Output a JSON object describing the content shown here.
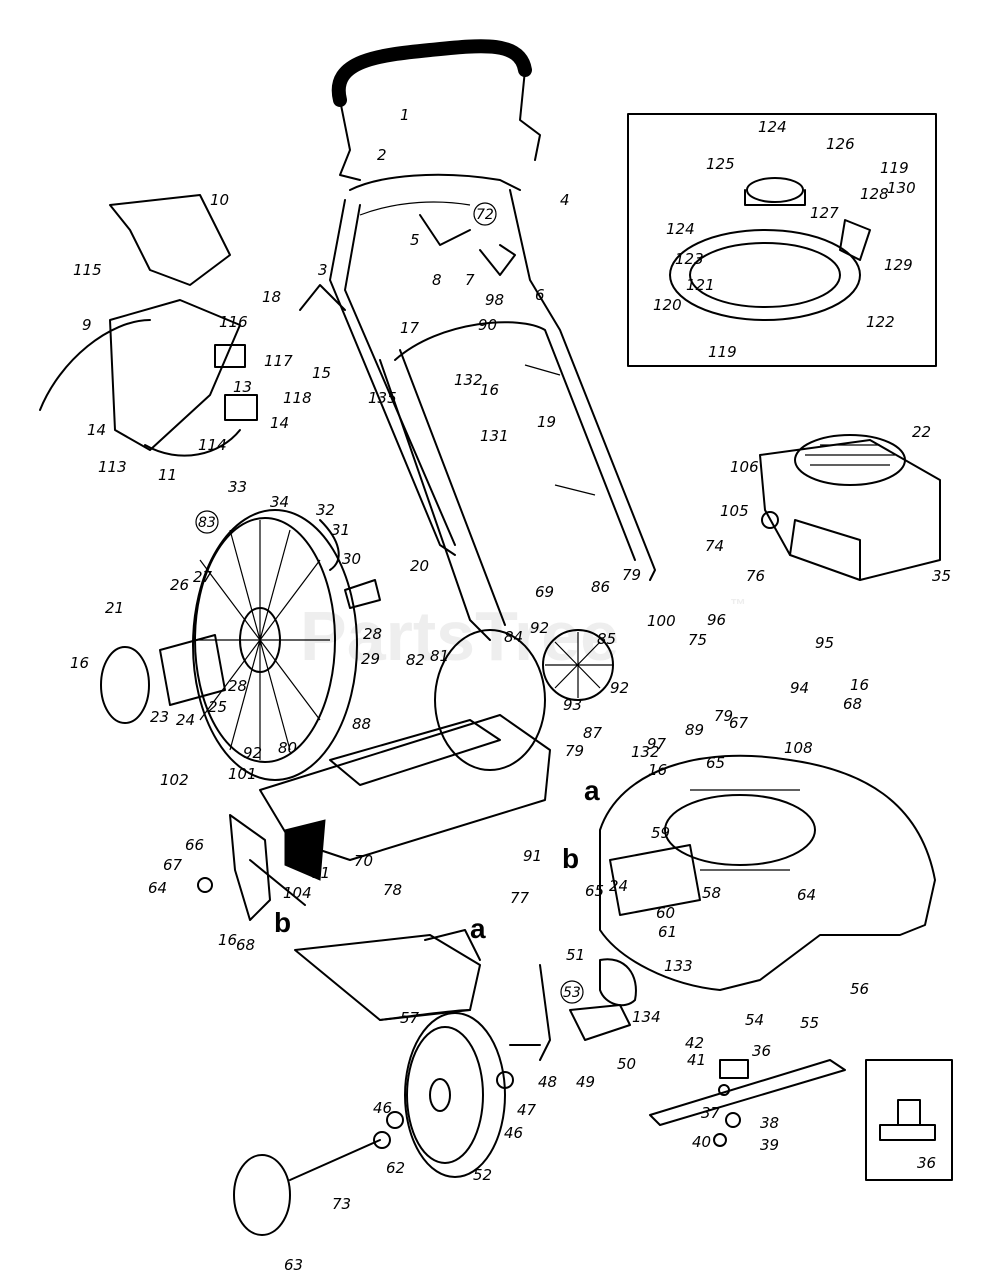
{
  "watermark": "PartsTree",
  "watermark_tm": "™",
  "section_letters": [
    "a",
    "b"
  ],
  "circled_refs": [
    "72",
    "83",
    "53"
  ],
  "part_numbers": [
    "1",
    "2",
    "3",
    "4",
    "5",
    "6",
    "7",
    "8",
    "9",
    "10",
    "11",
    "13",
    "14",
    "15",
    "16",
    "17",
    "18",
    "19",
    "20",
    "21",
    "22",
    "23",
    "24",
    "25",
    "26",
    "27",
    "28",
    "29",
    "30",
    "31",
    "32",
    "33",
    "34",
    "35",
    "36",
    "37",
    "38",
    "39",
    "40",
    "41",
    "42",
    "46",
    "47",
    "48",
    "49",
    "50",
    "51",
    "52",
    "54",
    "55",
    "56",
    "57",
    "58",
    "59",
    "60",
    "61",
    "62",
    "63",
    "64",
    "65",
    "66",
    "67",
    "68",
    "69",
    "70",
    "71",
    "73",
    "74",
    "75",
    "76",
    "77",
    "78",
    "79",
    "80",
    "81",
    "82",
    "84",
    "85",
    "86",
    "87",
    "88",
    "89",
    "90",
    "91",
    "92",
    "93",
    "94",
    "95",
    "96",
    "97",
    "98",
    "100",
    "101",
    "102",
    "104",
    "105",
    "106",
    "108",
    "113",
    "114",
    "115",
    "116",
    "117",
    "118",
    "119",
    "120",
    "121",
    "122",
    "123",
    "124",
    "125",
    "126",
    "127",
    "128",
    "129",
    "130",
    "131",
    "132",
    "133",
    "134",
    "135"
  ]
}
